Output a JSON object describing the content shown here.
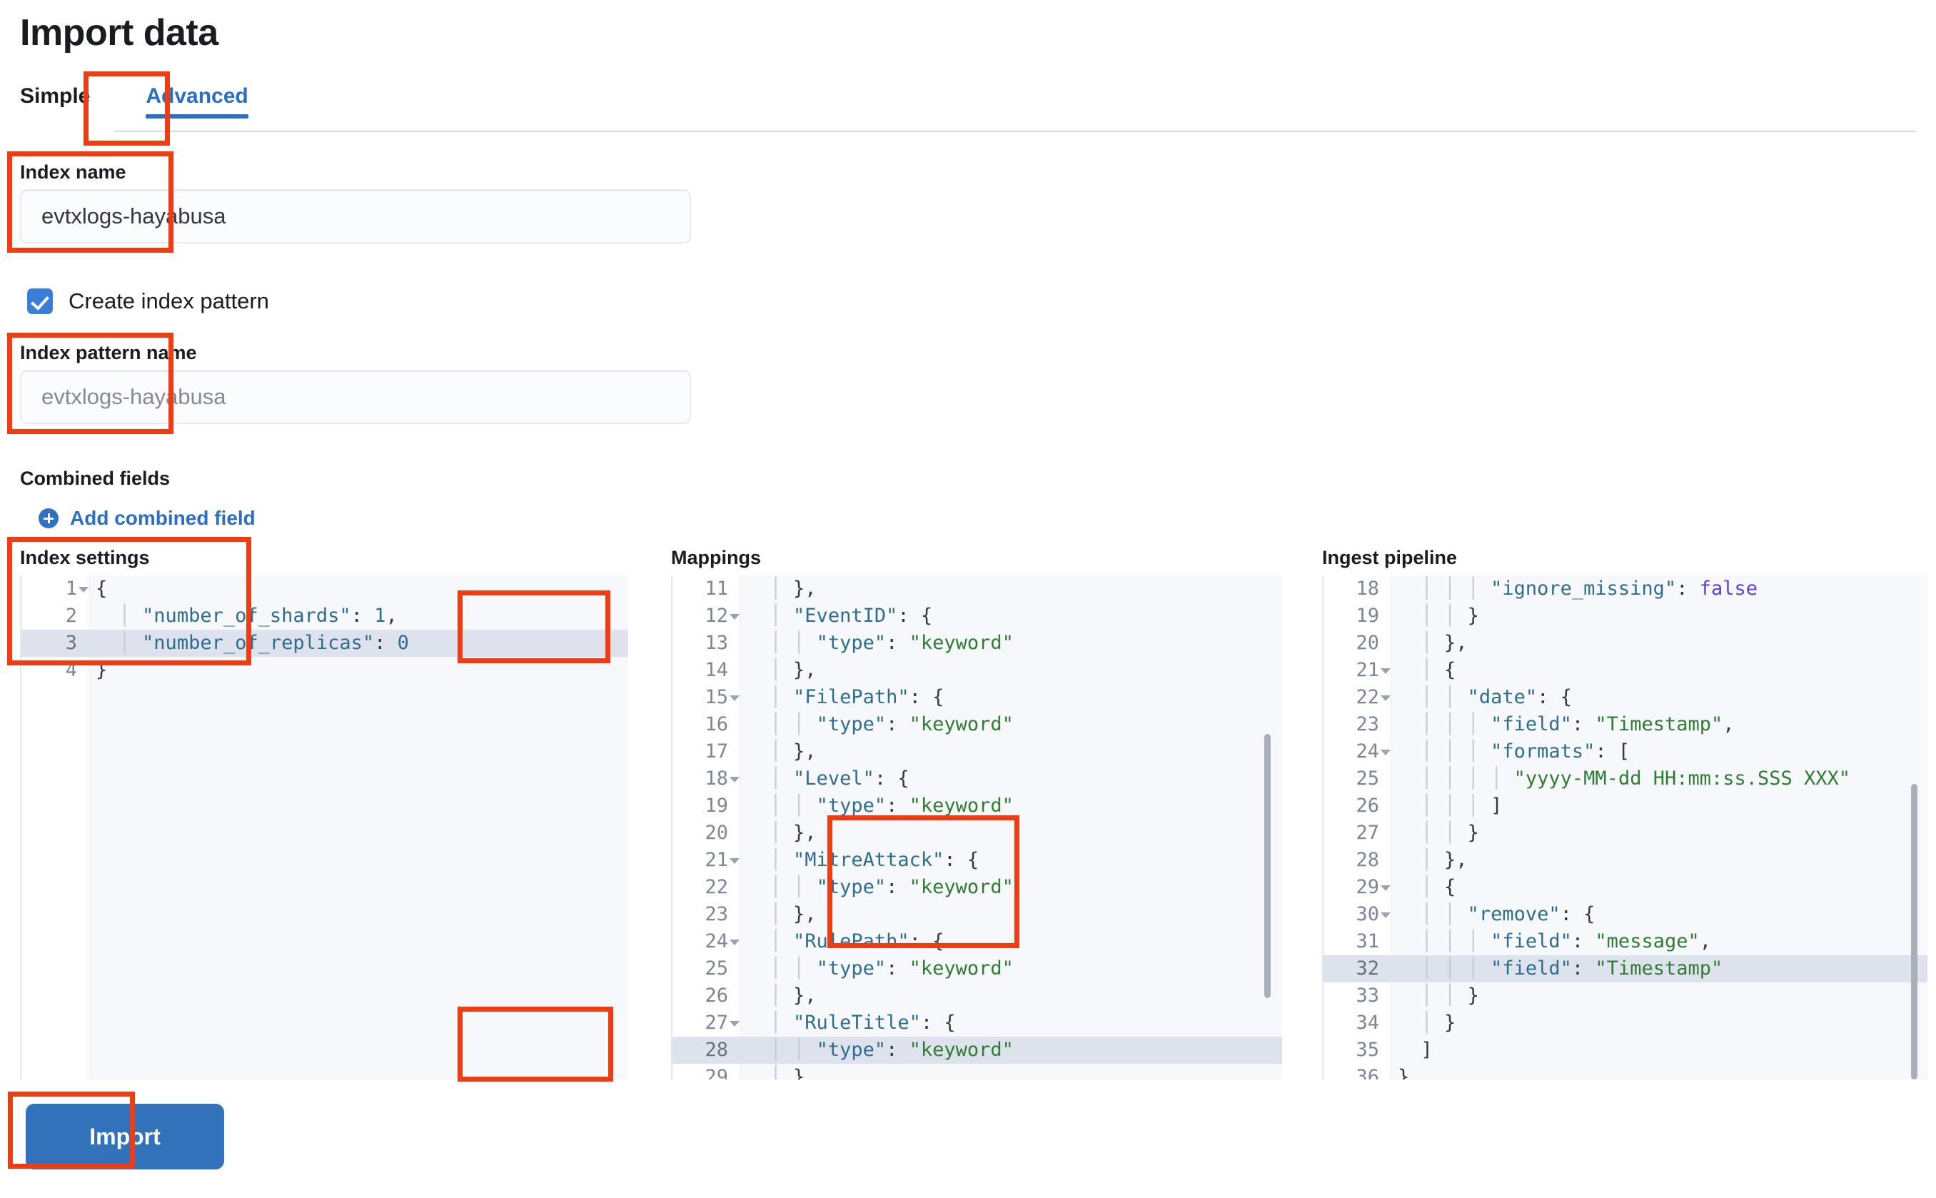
{
  "page": {
    "title": "Import data"
  },
  "tabs": [
    {
      "label": "Simple",
      "active": false
    },
    {
      "label": "Advanced",
      "active": true
    }
  ],
  "form": {
    "index_name": {
      "label": "Index name",
      "value": "evtxlogs-hayabusa"
    },
    "create_index_pattern": {
      "label": "Create index pattern",
      "checked": true
    },
    "index_pattern_name": {
      "label": "Index pattern name",
      "placeholder": "evtxlogs-hayabusa"
    },
    "combined_fields": {
      "title": "Combined fields",
      "add_link": "Add combined field",
      "add_icon": "plus-circle-icon"
    },
    "import_button": "Import"
  },
  "editors": {
    "index_settings": {
      "title": "Index settings",
      "first_line_number": 1,
      "highlighted_line": 3,
      "fold_lines": [
        1
      ],
      "lines": [
        "{",
        "    \"number_of_shards\": 1,",
        "    \"number_of_replicas\": 0",
        "}"
      ]
    },
    "mappings": {
      "title": "Mappings",
      "first_line_number": 11,
      "highlighted_line": 28,
      "fold_lines": [
        12,
        15,
        18,
        21,
        24,
        27
      ],
      "lines": [
        "    },",
        "    \"EventID\": {",
        "      \"type\": \"keyword\"",
        "    },",
        "    \"FilePath\": {",
        "      \"type\": \"keyword\"",
        "    },",
        "    \"Level\": {",
        "      \"type\": \"keyword\"",
        "    },",
        "    \"MitreAttack\": {",
        "      \"type\": \"keyword\"",
        "    },",
        "    \"RulePath\": {",
        "      \"type\": \"keyword\"",
        "    },",
        "    \"RuleTitle\": {",
        "      \"type\": \"keyword\"",
        "    },"
      ]
    },
    "ingest_pipeline": {
      "title": "Ingest pipeline",
      "first_line_number": 18,
      "highlighted_line": 32,
      "fold_lines": [
        21,
        22,
        24,
        29,
        30
      ],
      "lines": [
        "        \"ignore_missing\": false",
        "      }",
        "    },",
        "    {",
        "      \"date\": {",
        "        \"field\": \"Timestamp\",",
        "        \"formats\": [",
        "          \"yyyy-MM-dd HH:mm:ss.SSS XXX\"",
        "        ]",
        "      }",
        "    },",
        "    {",
        "      \"remove\": {",
        "        \"field\": \"message\",",
        "        \"field\": \"Timestamp\"",
        "      }",
        "    }",
        "  ]",
        "}"
      ]
    }
  },
  "colors": {
    "accent": "#2a6fc4",
    "annotation": "#f03c13",
    "button": "#3172bb",
    "string": "#2e7d32",
    "key": "#2f6d8f",
    "boolean": "#5b3fd6"
  },
  "annotations": [
    {
      "name": "advanced-tab-highlight"
    },
    {
      "name": "index-name-highlight"
    },
    {
      "name": "index-pattern-name-highlight"
    },
    {
      "name": "index-settings-highlight"
    },
    {
      "name": "mappings-eventid-highlight"
    },
    {
      "name": "mappings-ruletitle-highlight"
    },
    {
      "name": "ingest-remove-highlight"
    },
    {
      "name": "import-button-highlight"
    }
  ]
}
